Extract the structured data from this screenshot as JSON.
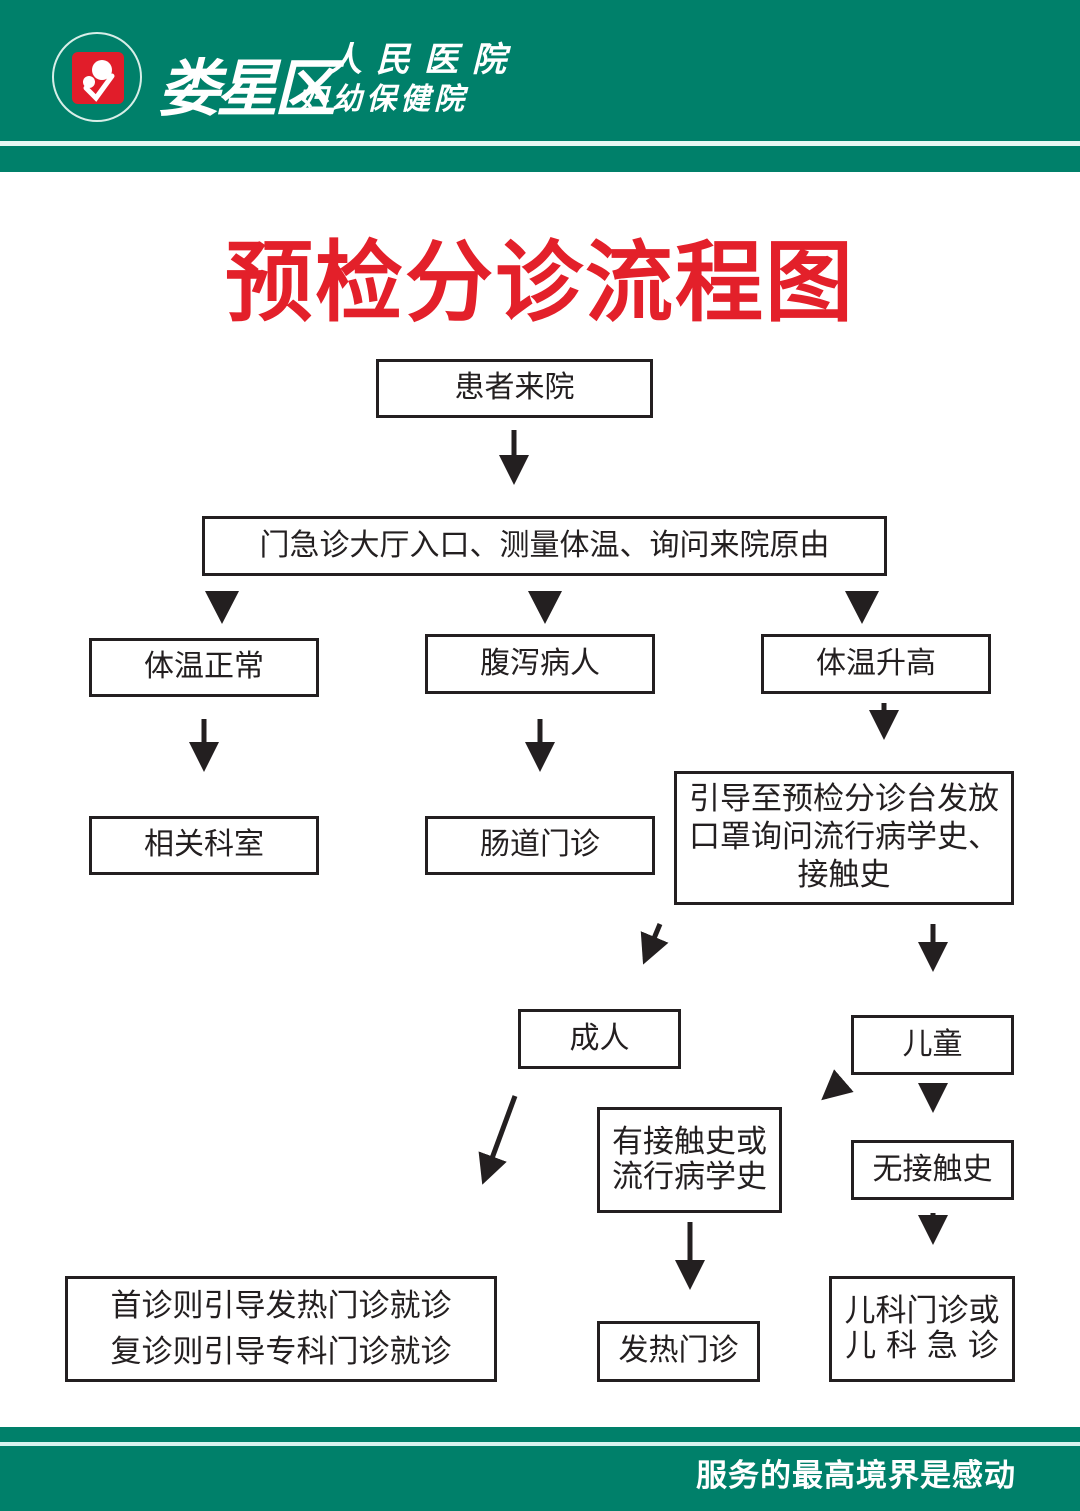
{
  "header": {
    "hospital_name_main": "娄星区",
    "hospital_name_line1": "人民医院",
    "hospital_name_line2": "妇幼保健院",
    "logo_icon": "hospital-logo-icon",
    "brand_color": "#00806a",
    "logo_color": "#e11d2a"
  },
  "title": "预检分诊流程图",
  "title_color": "#e3202a",
  "flow": {
    "start": "患者来院",
    "entry": "门急诊大厅入口、测量体温、询问来院原由",
    "normal_temp": "体温正常",
    "diarrhea": "腹泻病人",
    "high_temp": "体温升高",
    "related_dept": "相关科室",
    "intestinal_clinic": "肠道门诊",
    "triage_desk": "引导至预检分诊台发放\n口罩询问流行病学史、\n接触史",
    "adult": "成人",
    "child": "儿童",
    "has_contact": "有接触史或\n流行病学史",
    "no_contact": "无接触史",
    "adult_guidance": "首诊则引导发热门诊就诊\n复诊则引导专科门诊就诊",
    "fever_clinic": "发热门诊",
    "pediatric": "儿科门诊或\n儿 科 急 诊"
  },
  "footer": {
    "slogan": "服务的最高境界是感动"
  }
}
